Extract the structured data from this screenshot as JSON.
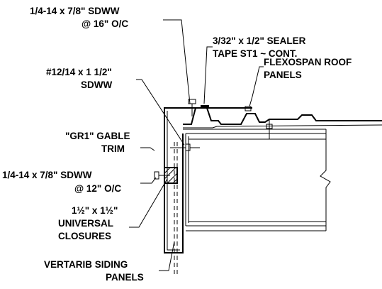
{
  "labels": {
    "screw_top_1": "1/4-14 x 7/8\" SDWW",
    "screw_top_2": "@ 16\" O/C",
    "sealer_1": "3/32\" x 1/2\" SEALER",
    "sealer_2": "TAPE ST1 ~ CONT.",
    "stitch_1": "#12/14 x 1 1/2\"",
    "stitch_2": "SDWW",
    "roof_1": "FLEXOSPAN ROOF",
    "roof_2": "PANELS",
    "gable_1": "\"GR1\" GABLE",
    "gable_2": "TRIM",
    "screw_side_1": "1/4-14 x 7/8\" SDWW",
    "screw_side_2": "@ 12\" O/C",
    "closure_1": "1½\" x 1½\"",
    "closure_2": "UNIVERSAL",
    "closure_3": "CLOSURES",
    "siding_1": "VERTARIB SIDING",
    "siding_2": "PANELS"
  },
  "colors": {
    "ink": "#000000",
    "paper": "#ffffff"
  }
}
